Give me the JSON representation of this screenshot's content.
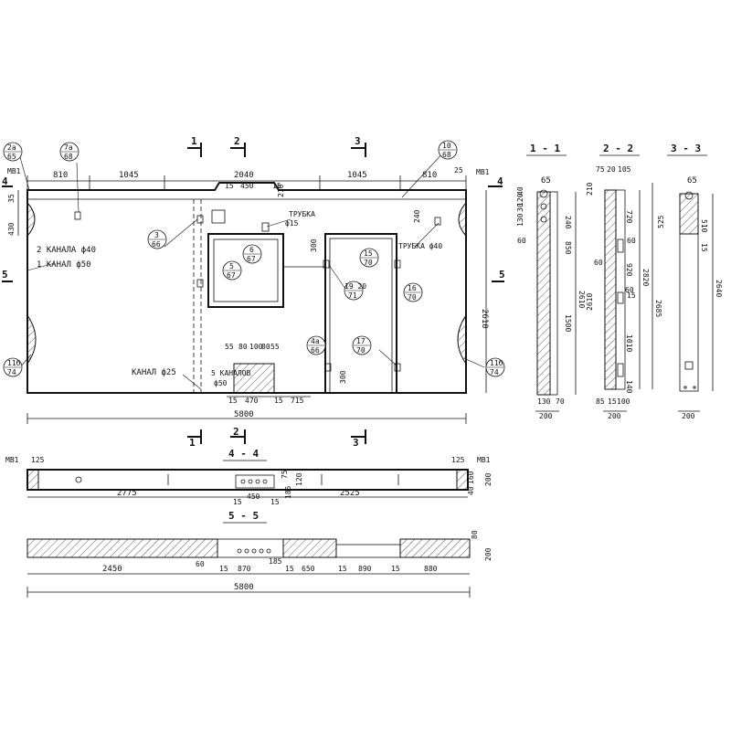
{
  "elevation": {
    "overall_length": "5800",
    "height_dim": "2610",
    "left_offset_dims": [
      "430",
      "35"
    ],
    "top_segments": [
      "810",
      "1045",
      "2040",
      "1045",
      "810"
    ],
    "end_offset": "25",
    "opening_top_dims": [
      "15",
      "450",
      "15",
      "210"
    ],
    "bottom_dims": [
      "15",
      "470",
      "15",
      "715"
    ],
    "bottom_small_top": [
      "55",
      "80",
      "100",
      "80",
      "55"
    ],
    "door_sill": "300",
    "window_side": "300",
    "right_pipe_dim": "240",
    "labels": {
      "mb_left": "МВ1",
      "mb_right": "МВ1",
      "channels_40": "2 КАНАЛА ф40",
      "channel_50": "1 КАНАЛ ф50",
      "channel_25": "КАНАЛ ф25",
      "five_channels": "5 КАНАЛОВ",
      "five_channels_dia": "ф50",
      "pipe_15_a": "ТРУБКА",
      "pipe_15_b": "ф15",
      "pipe_40": "ТРУБКА ф40"
    },
    "section_marks": {
      "s1": "1",
      "s2": "2",
      "s3": "3",
      "s4": "4",
      "s5": "5"
    },
    "bubbles": [
      {
        "top": "2а",
        "bottom": "65"
      },
      {
        "top": "7а",
        "bottom": "68"
      },
      {
        "top": "10",
        "bottom": "68"
      },
      {
        "top": "3",
        "bottom": "66"
      },
      {
        "top": "6",
        "bottom": "67"
      },
      {
        "top": "5",
        "bottom": "67"
      },
      {
        "top": "15",
        "bottom": "70"
      },
      {
        "top": "16",
        "bottom": "70"
      },
      {
        "top": "17",
        "bottom": "70"
      },
      {
        "top": "19 20",
        "bottom": "71"
      },
      {
        "top": "4а",
        "bottom": "66"
      },
      {
        "top": "11б",
        "bottom": "74"
      },
      {
        "top": "11б",
        "bottom": "74"
      }
    ]
  },
  "section_4_4": {
    "title": "4 - 4",
    "left_dim": "2775",
    "right_dim": "2525",
    "center_dims": [
      "15",
      "450",
      "15"
    ],
    "mb_left": "МВ1",
    "mb_right": "МВ1",
    "end_dim_left": "125",
    "end_dim_right": "125",
    "right_dims": [
      "40",
      "160",
      "200"
    ],
    "small_dims": [
      "75",
      "120",
      "185"
    ]
  },
  "section_5_5": {
    "title": "5 - 5",
    "dims": [
      "2450",
      "15",
      "870",
      "15",
      "650",
      "15",
      "890",
      "15",
      "880"
    ],
    "overall": "5800",
    "height": "200",
    "top_right": "80",
    "small": [
      "60",
      "185"
    ]
  },
  "section_1_1": {
    "title": "1 - 1",
    "top": "65",
    "stack": [
      "130",
      "30",
      "120",
      "40"
    ],
    "side": [
      "240",
      "60",
      "850",
      "1500"
    ],
    "overall": "2610",
    "bottom": [
      "130",
      "70",
      "200"
    ]
  },
  "section_2_2": {
    "title": "2 - 2",
    "top": [
      "75",
      "20",
      "105"
    ],
    "side_a": [
      "210",
      "720",
      "60",
      "60",
      "920",
      "15",
      "60",
      "1010",
      "140"
    ],
    "overall_a": "2610",
    "overall_b": "2820",
    "overall_c": "2685",
    "bottom": [
      "85",
      "15",
      "100",
      "200"
    ]
  },
  "section_3_3": {
    "title": "3 - 3",
    "top": "65",
    "side": [
      "525",
      "510",
      "15"
    ],
    "overall": "2640",
    "bottom": "200"
  }
}
